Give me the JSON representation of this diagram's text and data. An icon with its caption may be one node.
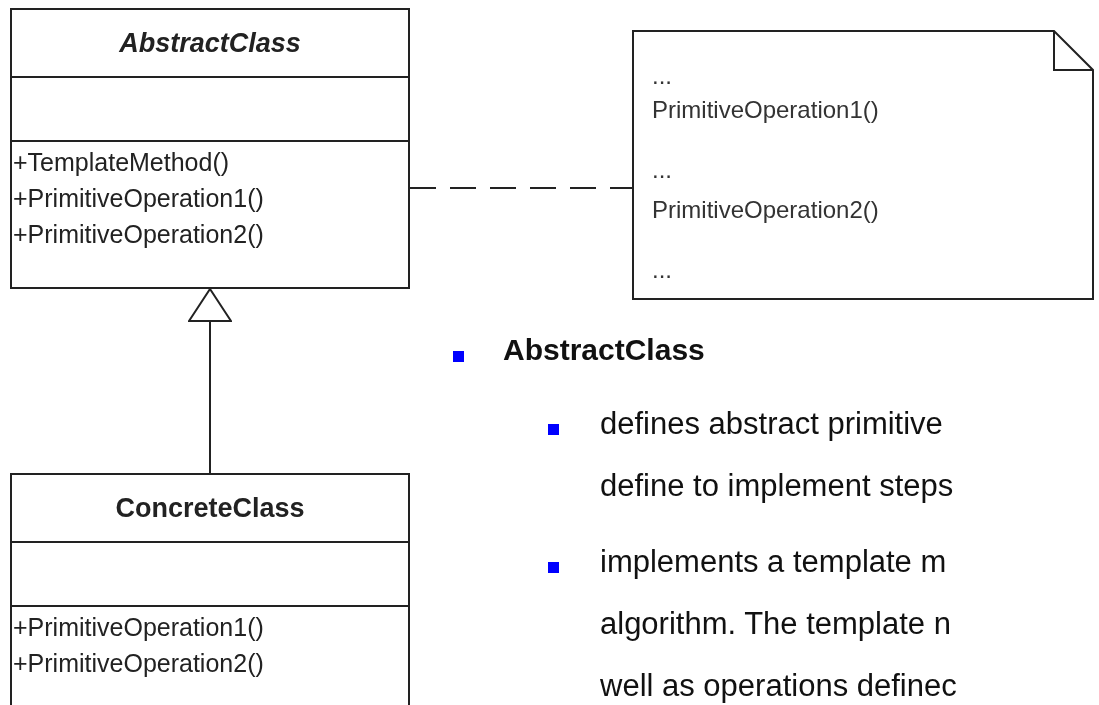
{
  "diagram": {
    "nodes": [
      {
        "text": [
          "AbstractClass",
          "+TemplateMethod()",
          "+PrimitiveOperation1()",
          "+PrimitiveOperation2()"
        ]
      },
      {
        "text": [
          "...",
          "PrimitiveOperation1()",
          "...",
          "PrimitiveOperation2()",
          "..."
        ]
      },
      {
        "text": [
          "ConcreteClass",
          "+PrimitiveOperation1()",
          "+PrimitiveOperation2()"
        ]
      }
    ],
    "edges": [
      {
        "from": 0,
        "to": 1,
        "arrow": "none",
        "style": "dashed"
      },
      {
        "from": 2,
        "to": 0,
        "arrow": "to"
      }
    ],
    "labels": [
      "AbstractClass",
      "defines abstract primitive",
      "define to implement steps",
      "implements a template m",
      "algorithm. The template n",
      "well as operations definec"
    ]
  }
}
